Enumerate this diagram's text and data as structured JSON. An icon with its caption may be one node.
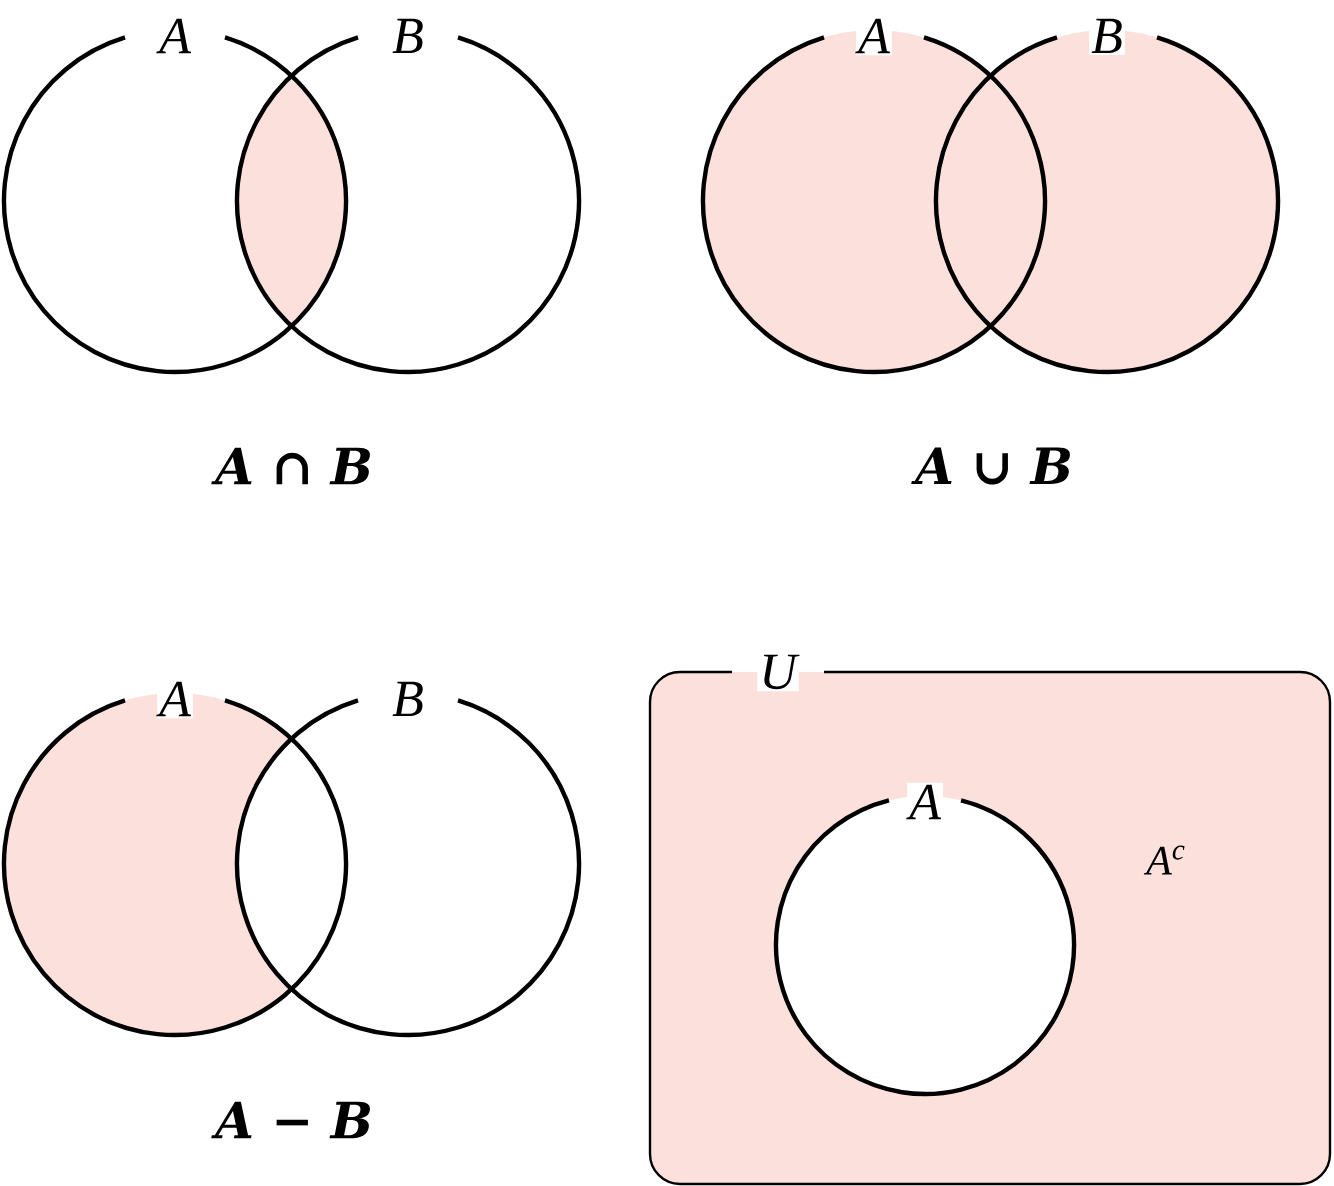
{
  "diagram": {
    "nodes": [
      {
        "text": [
          "A"
        ]
      },
      {
        "text": [
          "B"
        ]
      },
      {
        "text": [
          "A"
        ]
      },
      {
        "text": [
          "B"
        ]
      },
      {
        "text": [
          "A"
        ]
      },
      {
        "text": [
          "B"
        ]
      },
      {
        "text": [
          "U",
          "A$^{c}$"
        ]
      },
      {
        "text": [
          "A"
        ],
        "in": 6
      }
    ],
    "labels": [
      "A ∩ B",
      "A ∪ B",
      "A − B"
    ]
  }
}
